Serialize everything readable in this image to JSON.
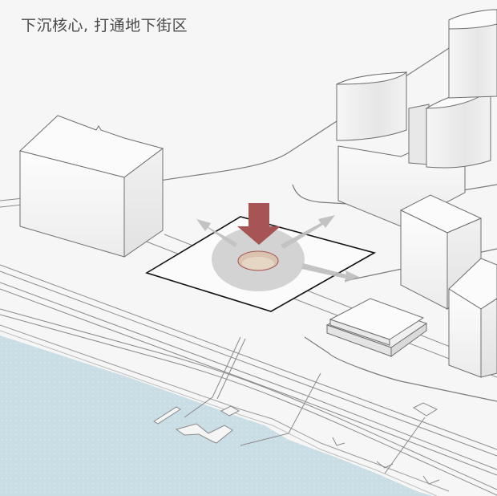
{
  "diagram": {
    "title": "下沉核心, 打通地下街区",
    "type": "axonometric urban massing diagram",
    "elements": {
      "sunken_core": {
        "label": "sunken core plaza",
        "arrow_direction": "down",
        "arrow_color": "#a65454",
        "pit_color": "#d9c3ae"
      },
      "diffusion_arrows": {
        "count": 3,
        "color": "#b5b5b5",
        "directions": [
          "north-west",
          "north-east",
          "south-east"
        ]
      },
      "site_boundary": {
        "stroke": "#111111"
      },
      "water": {
        "color": "#c9dde5"
      },
      "buildings": [
        "west-block",
        "north-east-towers",
        "east-tower-1",
        "east-tower-2",
        "low-podium"
      ],
      "waterfront_piers": 2
    },
    "colors": {
      "background": "#f6f6f6",
      "ground": "#f4f4f4",
      "building_face_light": "#fafafa",
      "building_face_shade": "#e6e6e6",
      "outline": "#6f6f6f"
    }
  }
}
